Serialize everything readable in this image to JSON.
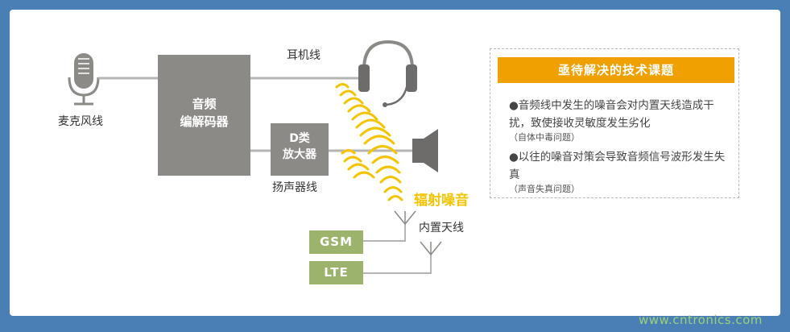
{
  "diagram": {
    "mic_label": "麦克风线",
    "codec_label_line1": "音频",
    "codec_label_line2": "编解码器",
    "headphone_label": "耳机线",
    "amp_label_line1": "D类",
    "amp_label_line2": "放大器",
    "speaker_label": "扬声器线",
    "radiation_label": "辐射噪音",
    "antenna_label": "内置天线",
    "gsm_label": "GSM",
    "lte_label": "LTE"
  },
  "issues": {
    "title": "亟待解决的技术课题",
    "item1_text": "●音频线中发生的噪音会对内置天线造成干扰，致使接收灵敏度发生劣化",
    "item1_note": "（自体中毒问题）",
    "item2_text": "●以往的噪音对策会导致音频信号波形发生失真",
    "item2_note": "（声音失真问题）"
  },
  "watermark": "www.cntronics.com",
  "colors": {
    "background": "#4a7fb5",
    "panel": "#ffffff",
    "box": "#8c8a87",
    "line": "#b5b5b5",
    "radiation": "#f5c400",
    "accent": "#f0a000",
    "tag": "#9bb36b",
    "watermark": "#9ad17a"
  },
  "icons": [
    "microphone-icon",
    "headphones-icon",
    "speaker-icon",
    "antenna-icon"
  ]
}
